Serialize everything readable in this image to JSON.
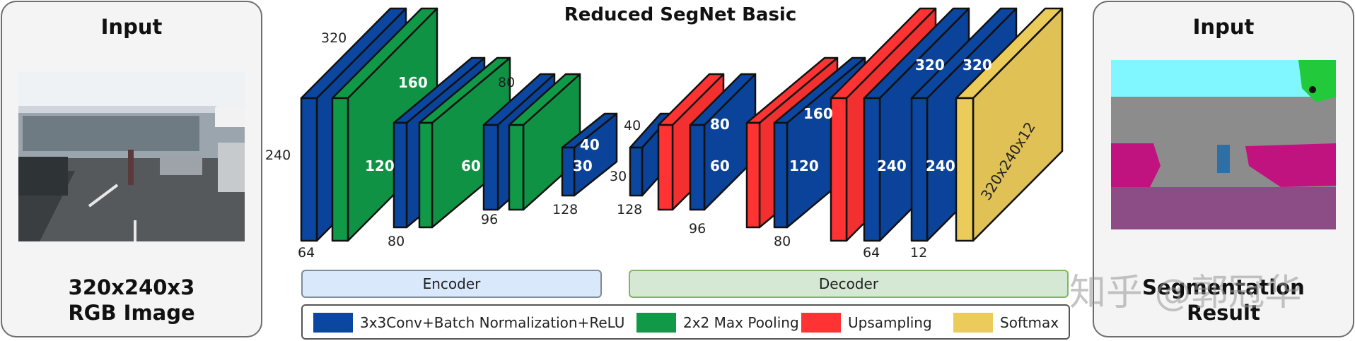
{
  "title": "Reduced SegNet Basic",
  "left_panel": {
    "title": "Input",
    "caption_line1": "320x240x3",
    "caption_line2": "RGB Image"
  },
  "right_panel": {
    "title": "Input",
    "caption_line1": "Segmentation",
    "caption_line2": "Result"
  },
  "sections": {
    "encoder": "Encoder",
    "decoder": "Decoder"
  },
  "legend": [
    {
      "label": "3x3Conv+Batch Normalization+ReLU",
      "color": "#0b47a1"
    },
    {
      "label": "2x2 Max Pooling",
      "color": "#109a48"
    },
    {
      "label": "Upsampling",
      "color": "#ff3333"
    },
    {
      "label": "Softmax",
      "color": "#ebcb5a"
    }
  ],
  "labels": {
    "enc1_width": "320",
    "enc1_height": "240",
    "enc1_channels": "64",
    "pool1_width": "160",
    "pool1_height": "120",
    "enc2_channels": "80",
    "pool2_height": "60",
    "enc3_width": "80",
    "enc3_channels": "96",
    "pool3_width": "40",
    "pool3_height": "30",
    "pool3_channels": "128",
    "dec1_width": "40",
    "dec1_height": "30",
    "dec1_channels": "128",
    "dec1b_width": "80",
    "dec1b_height": "60",
    "dec1b_channels": "96",
    "dec2_width": "160",
    "dec2_height": "120",
    "dec2_channels": "80",
    "dec3_width": "320",
    "dec3_height": "240",
    "dec3_channels": "64",
    "dec4_width": "320",
    "dec4_height": "240",
    "dec4_channels": "12",
    "softmax_label": "320x240x12"
  },
  "watermark": "知乎 @郭冠华"
}
